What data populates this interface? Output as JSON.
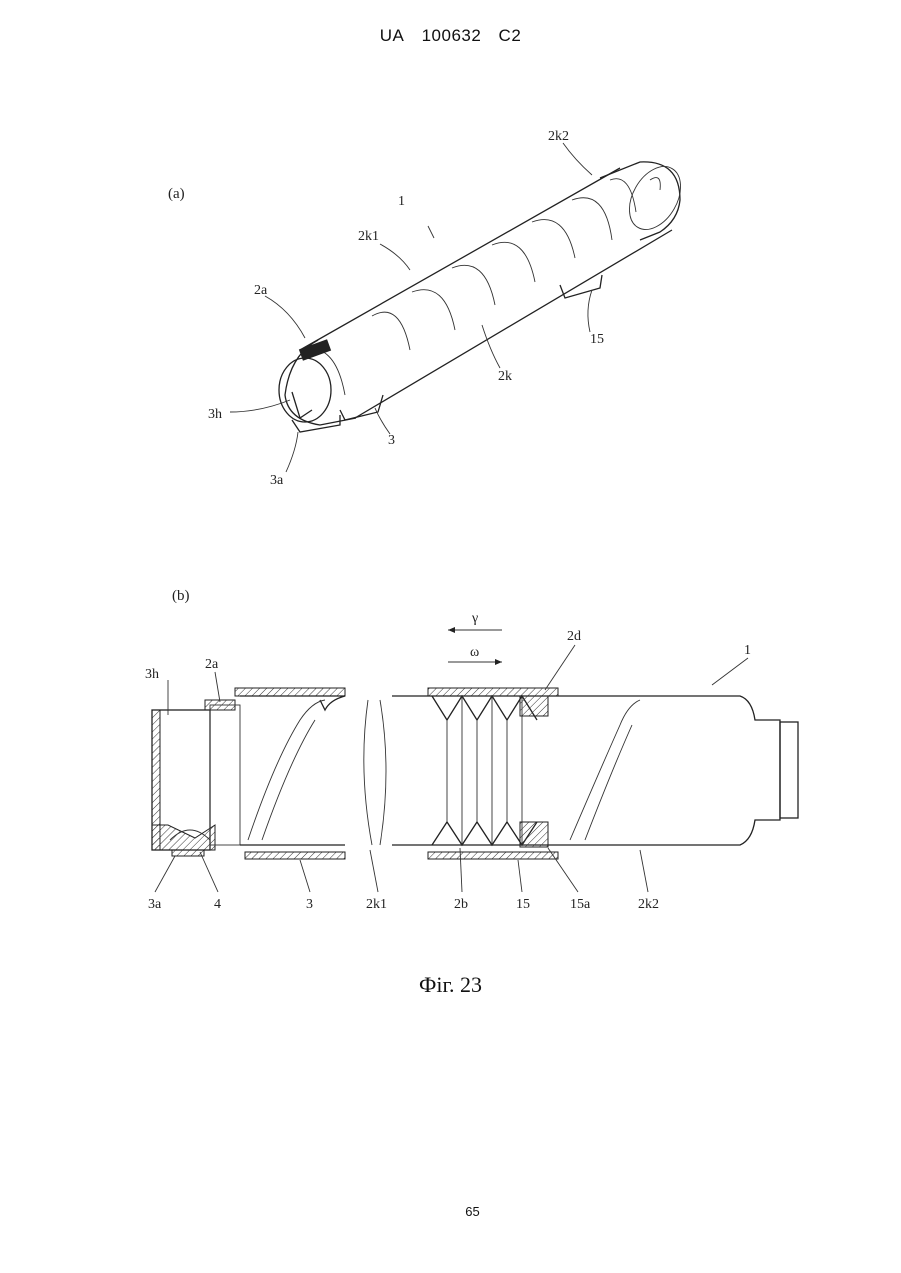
{
  "header": {
    "country": "UA",
    "number": "100632",
    "kind": "C2"
  },
  "figure": {
    "caption": "Фіг. 23",
    "panel_a": {
      "panel_label": "(a)",
      "labels": {
        "l1": "1",
        "l2k1": "2k1",
        "l2k2": "2k2",
        "l2a": "2a",
        "l2k": "2k",
        "l15": "15",
        "l3h": "3h",
        "l3": "3",
        "l3a": "3a"
      }
    },
    "panel_b": {
      "panel_label": "(b)",
      "labels": {
        "gamma": "γ",
        "omega": "ω",
        "l2d": "2d",
        "l1": "1",
        "l3h": "3h",
        "l2a": "2a",
        "l3a": "3a",
        "l4": "4",
        "l3": "3",
        "l2k1": "2k1",
        "l2b": "2b",
        "l15": "15",
        "l15a": "15a",
        "l2k2": "2k2"
      }
    }
  },
  "page_number": "65"
}
